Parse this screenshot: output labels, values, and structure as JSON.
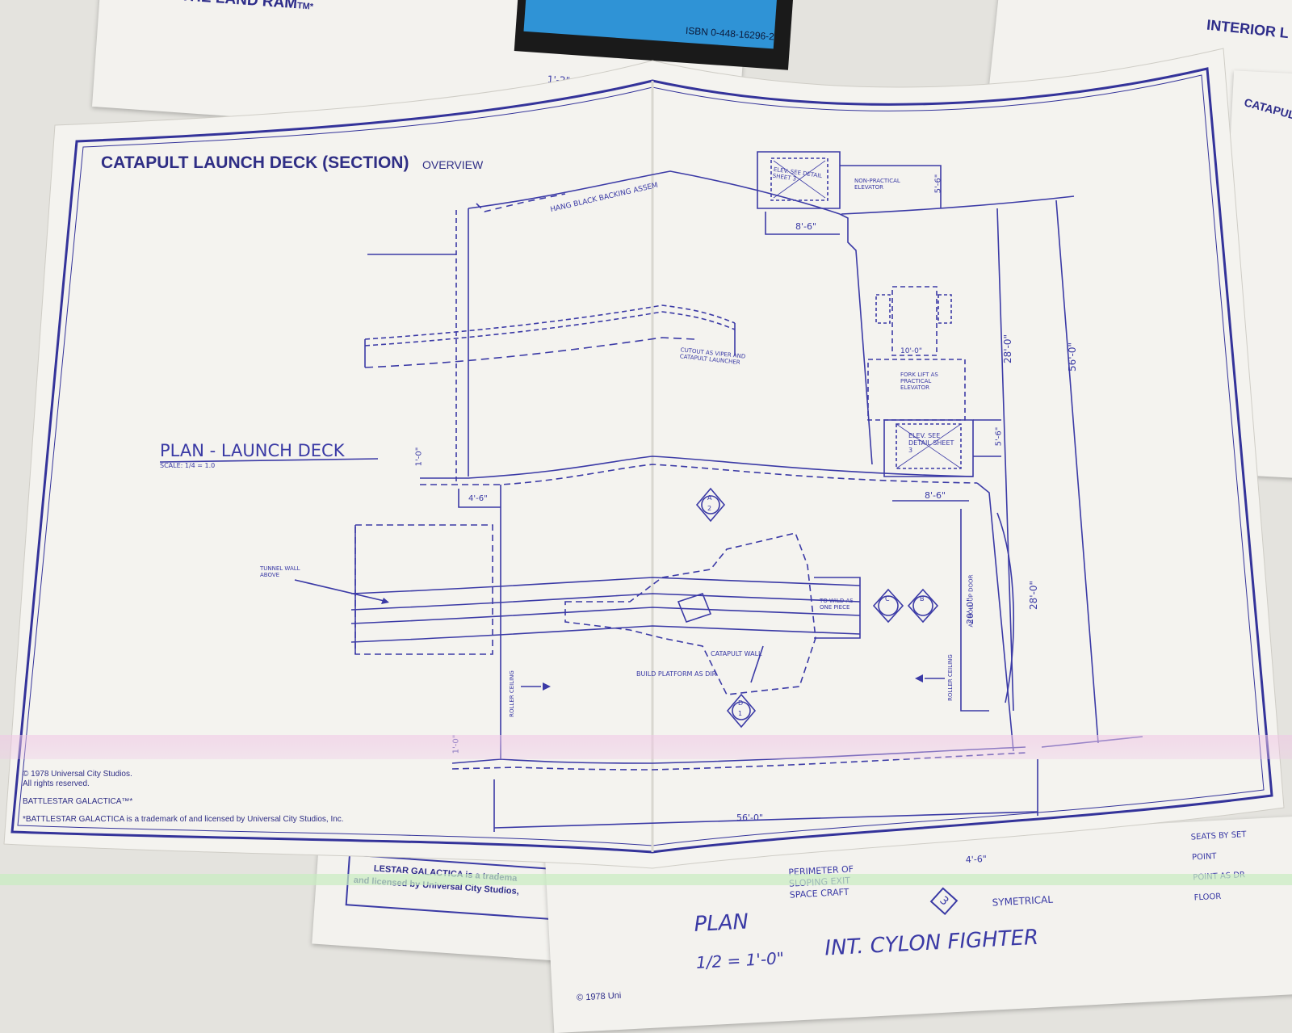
{
  "background_sheets": {
    "top_left_title": "THE LAND RAM",
    "top_left_tm": "TM*",
    "top_left_dim": "1'-2\"",
    "book_isbn": "ISBN 0-448-16296-2",
    "top_right_title": "INTERIOR L",
    "right_edge_title": "CATAPULT LA",
    "bottom_left_text_1": "LESTAR GALACTICA is a tradema",
    "bottom_left_text_2": "and licensed by Universal City Studios,",
    "bottom_right_plan": "PLAN",
    "bottom_right_subtitle": "INT. CYLON FIGHTER",
    "bottom_right_scale": "1/2 = 1'-0\"",
    "bottom_right_note_1": "PERIMETER OF",
    "bottom_right_note_2": "SLOPING EXIT",
    "bottom_right_note_3": "SPACE CRAFT",
    "bottom_right_symbol": "3",
    "bottom_right_sym_label": "SYMETRICAL",
    "bottom_right_dim": "4'-6\"",
    "bottom_right_copyright": "© 1978 Uni",
    "side_notes": [
      "SEATS BY SET",
      "POINT",
      "POINT AS DR",
      "FLOOR"
    ]
  },
  "main_sheet": {
    "title": "CATAPULT LAUNCH DECK (SECTION)",
    "subtitle": "OVERVIEW",
    "plan_title": "PLAN - LAUNCH DECK",
    "plan_scale": "SCALE: 1/4 = 1.0",
    "copyright_1": "© 1978 Universal City Studios.",
    "copyright_2": "All rights reserved.",
    "brand": "BATTLESTAR GALACTICA™*",
    "trademark": "*BATTLESTAR GALACTICA is a trademark of and licensed by Universal City Studios, Inc."
  },
  "annotations": {
    "hang_black": "HANG BLACK BACKING ASSEM",
    "elev_top": "ELEV. SEE DETAIL SHEET 3",
    "non_practical": "NON-PRACTICAL ELEVATOR",
    "dim_8_6_top": "8'-6\"",
    "dim_5_6_top": "5'-6\"",
    "cutout": "CUTOUT AS VIPER AND CATAPULT LAUNCHER",
    "dim_10_0": "10'-0\"",
    "fork_lift": "FORK LIFT AS PRACTICAL ELEVATOR",
    "elev_bottom": "ELEV. SEE DETAIL SHEET 3",
    "dim_5_6_mid": "5'-6\"",
    "dim_8_6_mid": "8'-6\"",
    "dim_28_0_upper": "28'-0\"",
    "dim_56_0_vert": "56'-0\"",
    "dim_1_0_upper": "1'-0\"",
    "dim_4_6": "4'-6\"",
    "tunnel_wall": "TUNNEL WALL ABOVE",
    "to_wild": "TO WILD AS ONE PIECE",
    "section_a": "A",
    "section_b": "B",
    "section_c": "C",
    "section_d": "D",
    "section_num_2": "2",
    "section_num_1": "1",
    "dim_20_0": "20'-0\"",
    "roll_up_door": "AS ROLL-UP DOOR",
    "dim_28_0_lower": "28'-0\"",
    "catapult_wall": "CATAPULT WALL",
    "build_platform": "BUILD PLATFORM AS DIR.",
    "roller_ceiling_left": "ROLLER CEILING",
    "roller_ceiling_right": "ROLLER CEILING",
    "dim_1_0_lower": "1'-0\"",
    "dim_56_0_horiz": "56'-0\""
  },
  "colors": {
    "ink": "#2b2a8c",
    "paper": "#f3f2ee",
    "fabric": "#e4e3de",
    "pink_band": "#f0c8e6",
    "green_band": "#c8ecc0"
  }
}
